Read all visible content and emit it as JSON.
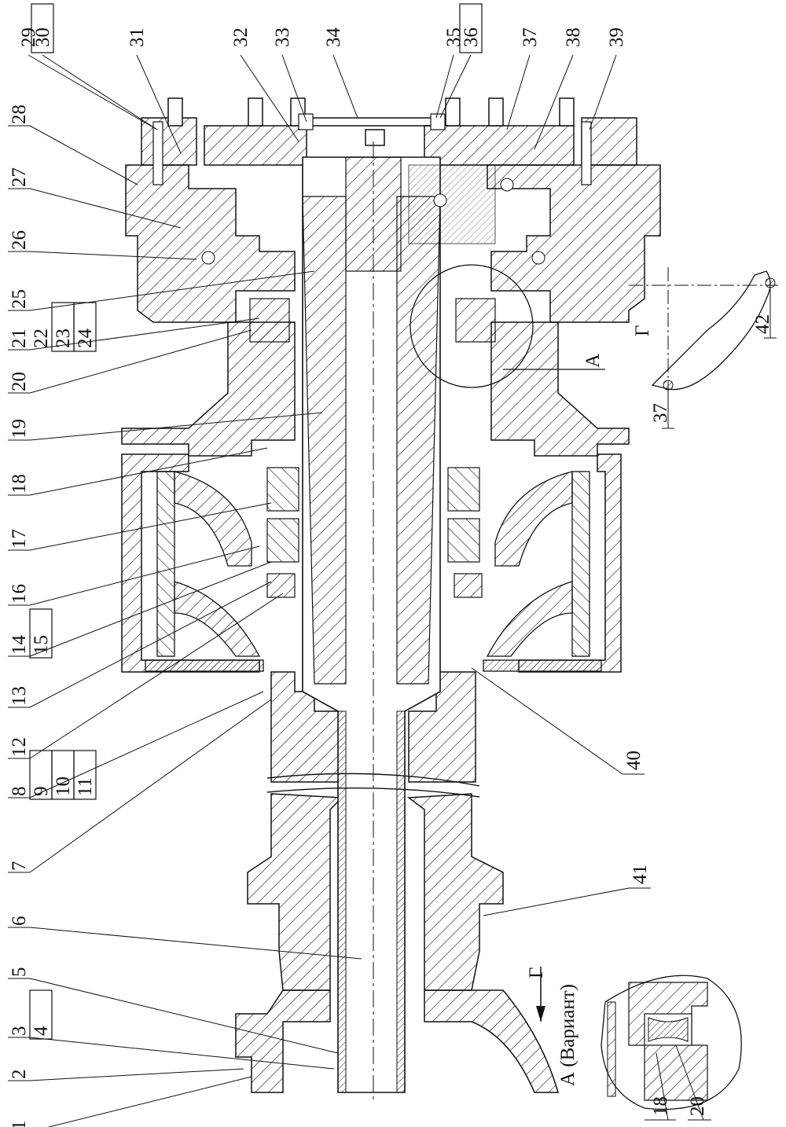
{
  "drawing": {
    "leaders_top": [
      {
        "text": "29",
        "boxed": false
      },
      {
        "text": "30",
        "boxed": true
      },
      {
        "text": "31",
        "boxed": false
      },
      {
        "text": "32",
        "boxed": false
      },
      {
        "text": "33",
        "boxed": false
      },
      {
        "text": "34",
        "boxed": false
      },
      {
        "text": "35",
        "boxed": false
      },
      {
        "text": "36",
        "boxed": true
      },
      {
        "text": "37",
        "boxed": false
      },
      {
        "text": "38",
        "boxed": false
      },
      {
        "text": "39",
        "boxed": false
      }
    ],
    "leaders_left": [
      {
        "text": "28",
        "boxed": false
      },
      {
        "text": "27",
        "boxed": false
      },
      {
        "text": "26",
        "boxed": false
      },
      {
        "text": "25",
        "boxed": false
      },
      {
        "text": "21",
        "boxed": false
      },
      {
        "text": "22",
        "boxed": false
      },
      {
        "text": "23",
        "boxed": true
      },
      {
        "text": "24",
        "boxed": true
      },
      {
        "text": "20",
        "boxed": false
      },
      {
        "text": "19",
        "boxed": false
      },
      {
        "text": "18",
        "boxed": false
      },
      {
        "text": "17",
        "boxed": false
      },
      {
        "text": "16",
        "boxed": false
      },
      {
        "text": "14",
        "boxed": false
      },
      {
        "text": "15",
        "boxed": true
      },
      {
        "text": "13",
        "boxed": false
      },
      {
        "text": "12",
        "boxed": false
      },
      {
        "text": "8",
        "boxed": false
      },
      {
        "text": "9",
        "boxed": true
      },
      {
        "text": "10",
        "boxed": true
      },
      {
        "text": "11",
        "boxed": true
      },
      {
        "text": "7",
        "boxed": false
      },
      {
        "text": "6",
        "boxed": false
      },
      {
        "text": "5",
        "boxed": false
      },
      {
        "text": "3",
        "boxed": false
      },
      {
        "text": "4",
        "boxed": true
      },
      {
        "text": "2",
        "boxed": false
      },
      {
        "text": "1",
        "boxed": false
      }
    ],
    "leaders_right": [
      {
        "text": "40",
        "boxed": false
      },
      {
        "text": "41",
        "boxed": false
      }
    ],
    "section_view": {
      "letter": "Г",
      "label_37": "37",
      "label_42": "42"
    },
    "detail_A_marker": "А",
    "arrow_view": "Г",
    "detail_caption": "А (Вариант)",
    "detail_labels": [
      "18",
      "20"
    ]
  }
}
